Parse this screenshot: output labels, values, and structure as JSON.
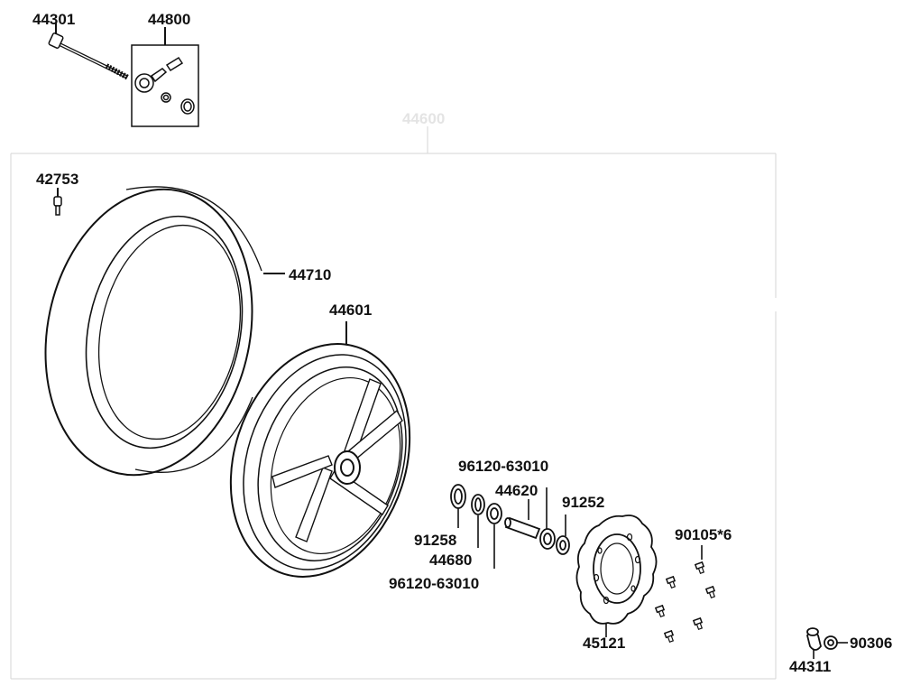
{
  "labels": {
    "axle": "44301",
    "speedo_kit": "44800",
    "wheel_assembly": "44600",
    "valve": "42753",
    "tire": "44710",
    "rim": "44601",
    "bearing_top": "96120-63010",
    "collar": "44620",
    "seal_right": "91252",
    "seal_left": "91258",
    "spacer": "44680",
    "bearing_bottom": "96120-63010",
    "disc_bolts": "90105*6",
    "brake_disc": "45121",
    "axle_nut": "90306",
    "nut_collar": "44311"
  },
  "colors": {
    "line": "#111111",
    "frame": "#cfcfcf",
    "faint_text": "#e4e4e4"
  }
}
